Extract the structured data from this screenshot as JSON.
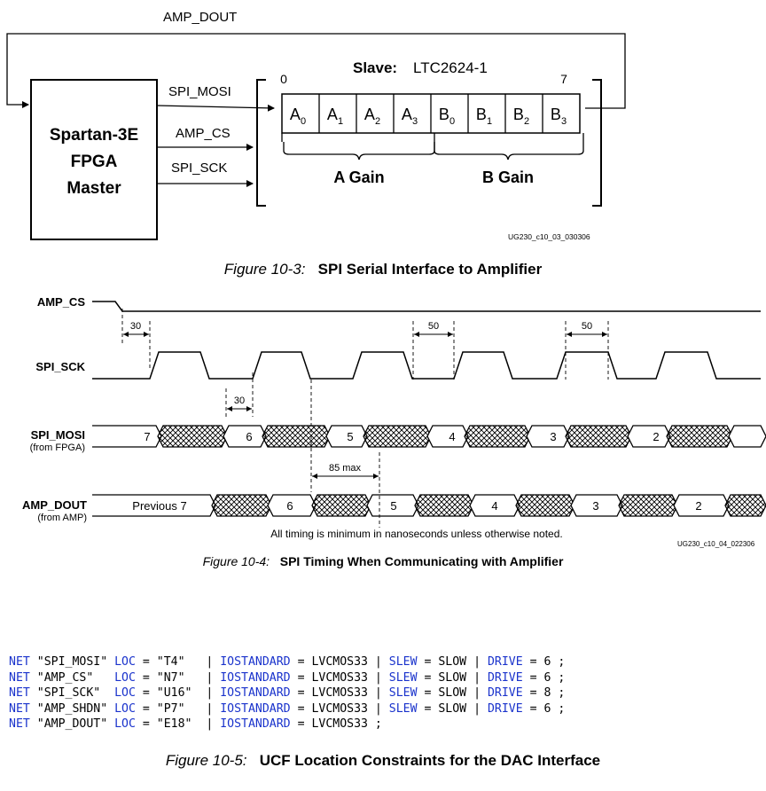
{
  "fig3": {
    "signal_top": "AMP_DOUT",
    "master_line1": "Spartan-3E",
    "master_line2": "FPGA",
    "master_line3": "Master",
    "sig_mosi": "SPI_MOSI",
    "sig_cs": "AMP_CS",
    "sig_sck": "SPI_SCK",
    "slave_label": "Slave:",
    "slave_part": "LTC2624-1",
    "bit_start": "0",
    "bit_end": "7",
    "bits": [
      {
        "base": "A",
        "sub": "0"
      },
      {
        "base": "A",
        "sub": "1"
      },
      {
        "base": "A",
        "sub": "2"
      },
      {
        "base": "A",
        "sub": "3"
      },
      {
        "base": "B",
        "sub": "0"
      },
      {
        "base": "B",
        "sub": "1"
      },
      {
        "base": "B",
        "sub": "2"
      },
      {
        "base": "B",
        "sub": "3"
      }
    ],
    "gain_a": "A Gain",
    "gain_b": "B Gain",
    "code": "UG230_c10_03_030306",
    "caption_fig": "Figure 10-3:",
    "caption_title": "SPI Serial Interface to Amplifier"
  },
  "fig4": {
    "row_cs": "AMP_CS",
    "row_sck": "SPI_SCK",
    "row_mosi": "SPI_MOSI",
    "row_mosi_sub": "(from FPGA)",
    "row_dout": "AMP_DOUT",
    "row_dout_sub": "(from AMP)",
    "t_cs_sck": "30",
    "t_setup": "30",
    "t_high1": "50",
    "t_high2": "50",
    "t_prop": "85 max",
    "mosi_bits": [
      "7",
      "6",
      "5",
      "4",
      "3",
      "2"
    ],
    "dout_first": "Previous 7",
    "dout_bits": [
      "6",
      "5",
      "4",
      "3",
      "2"
    ],
    "note": "All timing is minimum in nanoseconds unless otherwise noted.",
    "code": "UG230_c10_04_022306",
    "caption_fig": "Figure 10-4:",
    "caption_title": "SPI Timing When Communicating with Amplifier"
  },
  "fig5": {
    "lines": [
      [
        "NET",
        " \"SPI_MOSI\" ",
        "LOC",
        " = \"T4\"   | ",
        "IOSTANDARD",
        " = LVCMOS33 | ",
        "SLEW",
        " = SLOW | ",
        "DRIVE",
        " = 6 ;"
      ],
      [
        "NET",
        " \"AMP_CS\"   ",
        "LOC",
        " = \"N7\"   | ",
        "IOSTANDARD",
        " = LVCMOS33 | ",
        "SLEW",
        " = SLOW | ",
        "DRIVE",
        " = 6 ;"
      ],
      [
        "NET",
        " \"SPI_SCK\"  ",
        "LOC",
        " = \"U16\"  | ",
        "IOSTANDARD",
        " = LVCMOS33 | ",
        "SLEW",
        " = SLOW | ",
        "DRIVE",
        " = 8 ;"
      ],
      [
        "NET",
        " \"AMP_SHDN\" ",
        "LOC",
        " = \"P7\"   | ",
        "IOSTANDARD",
        " = LVCMOS33 | ",
        "SLEW",
        " = SLOW | ",
        "DRIVE",
        " = 6 ;"
      ],
      [
        "NET",
        " \"AMP_DOUT\" ",
        "LOC",
        " = \"E18\"  | ",
        "IOSTANDARD",
        " = LVCMOS33 ;",
        "",
        "",
        "",
        ""
      ]
    ],
    "caption_fig": "Figure 10-5:",
    "caption_title": "UCF Location Constraints for the DAC Interface"
  }
}
